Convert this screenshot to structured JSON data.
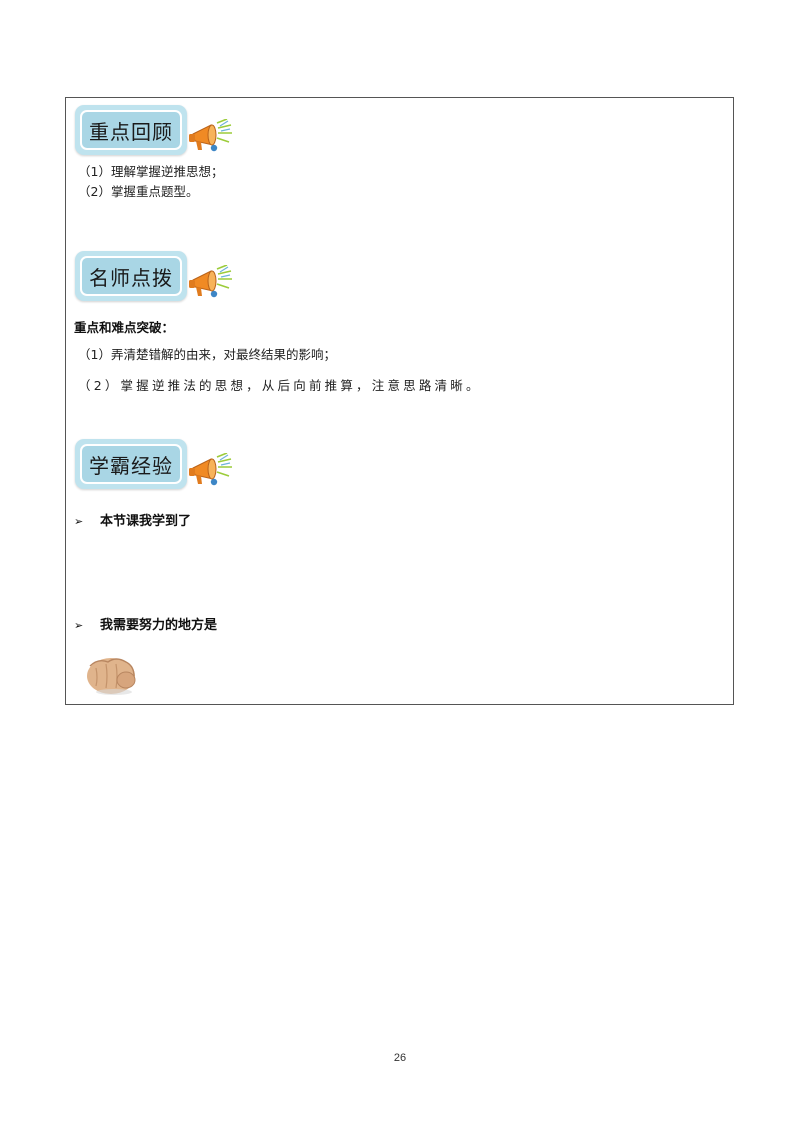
{
  "sections": {
    "review": {
      "title": "重点回顾",
      "items": [
        "（1）理解掌握逆推思想；",
        "（2）掌握重点题型。"
      ]
    },
    "teacher": {
      "title": "名师点拨",
      "subheading": "重点和难点突破：",
      "items": [
        "（1）弄清楚错解的由来，对最终结果的影响；",
        "（2）掌握逆推法的思想，从后向前推算，注意思路清晰。"
      ]
    },
    "experience": {
      "title": "学霸经验",
      "bullets": [
        "本节课我学到了",
        "我需要努力的地方是"
      ],
      "bullet_mark": "➢"
    }
  },
  "icons": {
    "section_icon": "megaphone-icon",
    "footer_icon": "fist-icon"
  },
  "colors": {
    "tag_fill": "#a9d6e5",
    "tag_border": "#bfe3ee",
    "frame_border": "#555555"
  },
  "page_number": "26"
}
